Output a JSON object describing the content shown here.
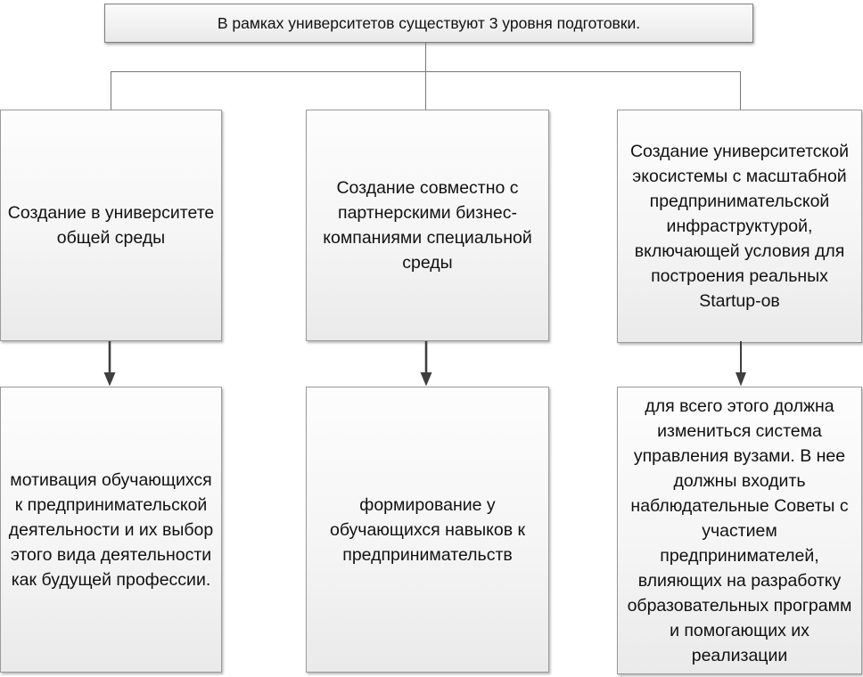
{
  "diagram": {
    "title": "В рамках университетов существуют 3 уровня подготовки.",
    "columns": [
      {
        "level": "Создание в университете общей среды",
        "outcome": "мотивация обучающихся к предпринимательской деятельности и их выбор этого вида деятельности как будущей профессии."
      },
      {
        "level": "Создание совместно с партнерскими бизнес-компаниями специальной среды",
        "outcome": "формирование у обучающихся навыков к предпринимательств"
      },
      {
        "level": "Создание университетской экосистемы с масштабной предпринимательской инфраструктурой, включающей условия для построения реальных Startup-ов",
        "outcome": "для всего этого должна измениться система управления вузами. В нее должны входить наблюдательные Советы с участием предпринимателей, влияющих на разработку образовательных программ и помогающих их реализации"
      }
    ],
    "icons": {
      "arrow": "arrow-down-icon"
    },
    "colors": {
      "background": "#ffffff",
      "box_border": "#9a9a9a",
      "title_border": "#7d7d7d",
      "box_fill_top": "#fdfdfd",
      "box_fill_bottom": "#eaeaea",
      "connector_line": "#777777",
      "arrow": "#3f3f3f",
      "text": "#111111"
    }
  }
}
